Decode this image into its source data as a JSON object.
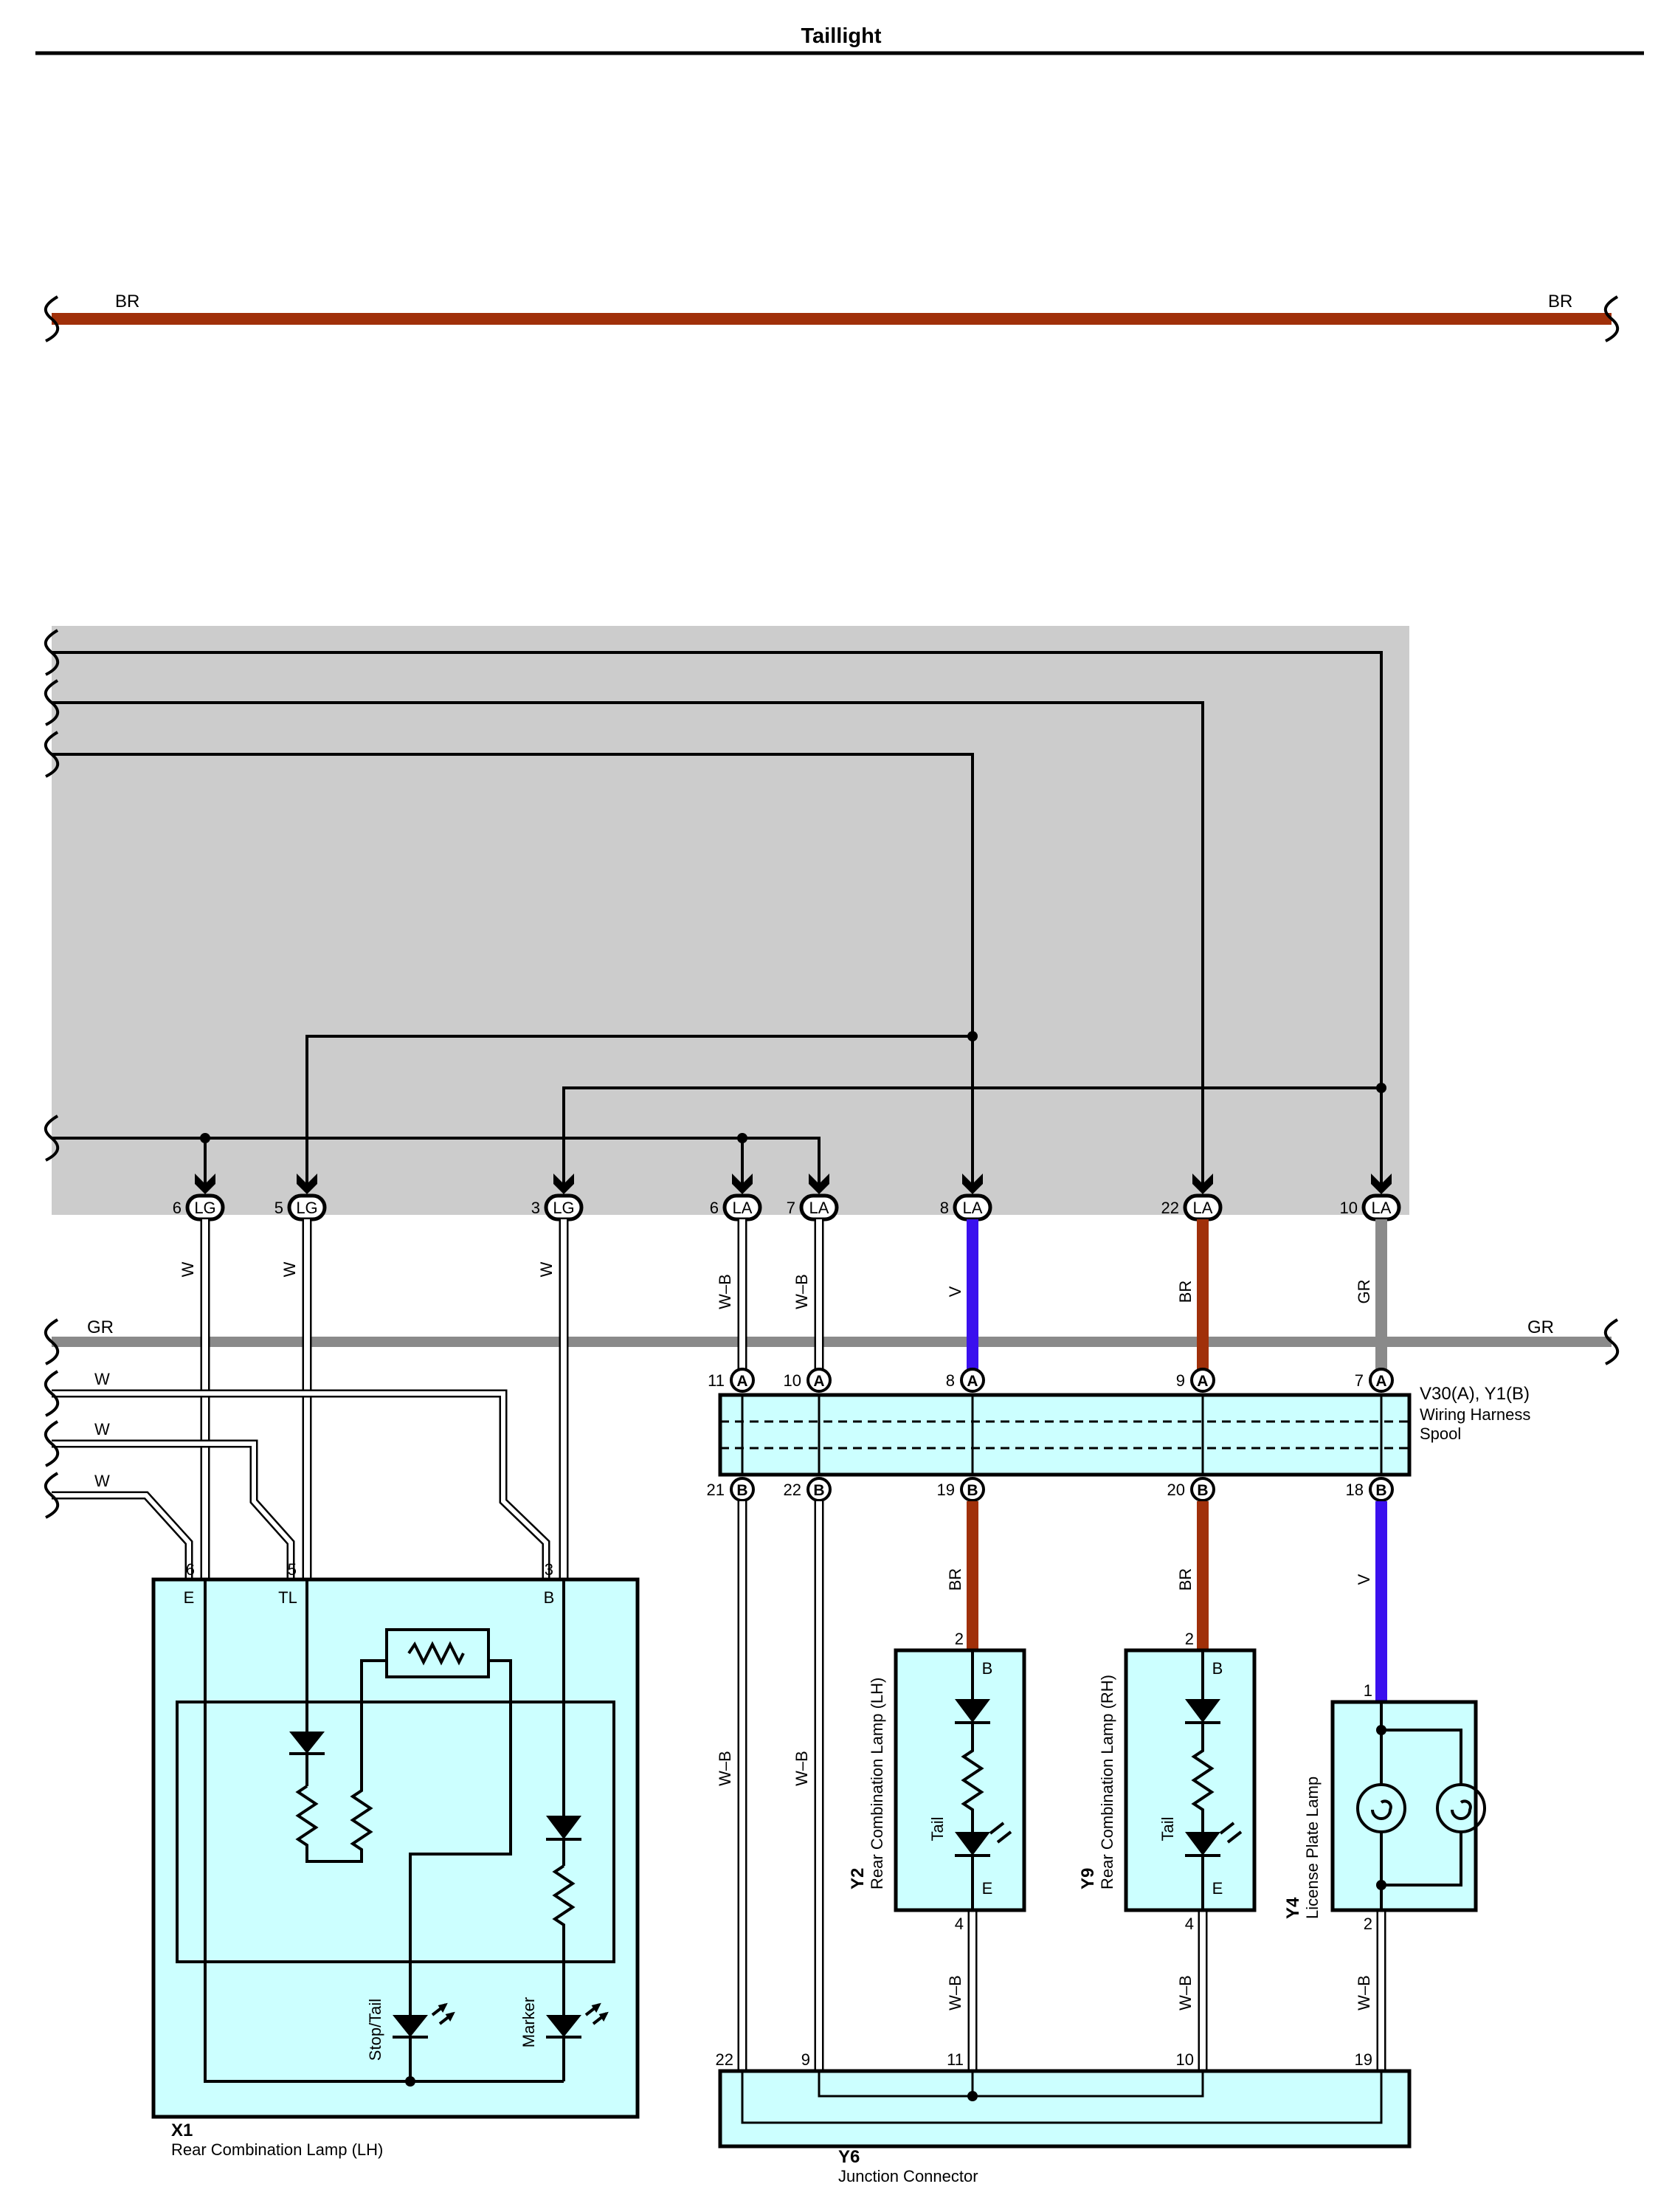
{
  "title": "Taillight",
  "wire_colors": {
    "BR": "#a0300a",
    "GR": "#8a8a8a",
    "V": "#3a10ee",
    "W": "#ffffff",
    "W-B": "#ffffff",
    "component_fill": "#ccffff",
    "ecu_fill": "#cccccc"
  },
  "labels": {
    "br_top_left": "BR",
    "br_top_right": "BR",
    "gr_left": "GR",
    "gr_right": "GR",
    "w1": "W",
    "w2": "W",
    "w3": "W",
    "wire_w_a": "W",
    "wire_w_b": "W",
    "wire_w_c": "W",
    "wire_wb_a": "W–B",
    "wire_wb_b": "W–B",
    "wire_v_top": "V",
    "wire_br_top": "BR",
    "wire_gr_top": "GR",
    "wire_wb_c": "W–B",
    "wire_wb_d": "W–B",
    "wire_br_y2": "BR",
    "wire_br_y9": "BR",
    "wire_v_y4": "V",
    "wire_wb_y2": "W–B",
    "wire_wb_y9": "W–B",
    "wire_wb_y4": "W–B"
  },
  "ecu_pins": [
    {
      "num": "6",
      "conn": "LG"
    },
    {
      "num": "5",
      "conn": "LG"
    },
    {
      "num": "3",
      "conn": "LG"
    },
    {
      "num": "6",
      "conn": "LA"
    },
    {
      "num": "7",
      "conn": "LA"
    },
    {
      "num": "8",
      "conn": "LA"
    },
    {
      "num": "22",
      "conn": "LA"
    },
    {
      "num": "10",
      "conn": "LA"
    }
  ],
  "spool": {
    "name": "V30(A), Y1(B)",
    "desc1": "Wiring Harness",
    "desc2": "Spool",
    "top_pins": [
      {
        "num": "11",
        "conn": "A"
      },
      {
        "num": "10",
        "conn": "A"
      },
      {
        "num": "8",
        "conn": "A"
      },
      {
        "num": "9",
        "conn": "A"
      },
      {
        "num": "7",
        "conn": "A"
      }
    ],
    "bottom_pins": [
      {
        "num": "21",
        "conn": "B"
      },
      {
        "num": "22",
        "conn": "B"
      },
      {
        "num": "19",
        "conn": "B"
      },
      {
        "num": "20",
        "conn": "B"
      },
      {
        "num": "18",
        "conn": "B"
      }
    ]
  },
  "x1": {
    "code": "X1",
    "name": "Rear Combination Lamp (LH)",
    "pin_e_num": "6",
    "pin_tl_num": "5",
    "pin_b_num": "3",
    "pin_e": "E",
    "pin_tl": "TL",
    "pin_b": "B",
    "stop_tail": "Stop/Tail",
    "marker": "Marker"
  },
  "y2": {
    "code": "Y2",
    "name": "Rear Combination Lamp (LH)",
    "pin_top_num": "2",
    "pin_top": "B",
    "pin_bottom_num": "4",
    "pin_bottom": "E",
    "tail": "Tail"
  },
  "y9": {
    "code": "Y9",
    "name": "Rear Combination Lamp (RH)",
    "pin_top_num": "2",
    "pin_top": "B",
    "pin_bottom_num": "4",
    "pin_bottom": "E",
    "tail": "Tail"
  },
  "y4": {
    "code": "Y4",
    "name": "License Plate Lamp",
    "pin_top_num": "1",
    "pin_bottom_num": "2"
  },
  "y6": {
    "code": "Y6",
    "name": "Junction Connector",
    "pins": [
      "22",
      "9",
      "11",
      "10",
      "19"
    ]
  }
}
